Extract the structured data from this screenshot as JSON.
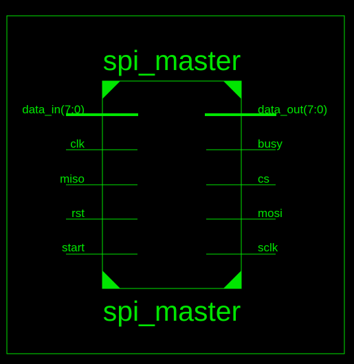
{
  "diagram": {
    "colors": {
      "background": "#000000",
      "line": "#00e600",
      "text": "#00e600"
    },
    "block": {
      "name_top": "spi_master",
      "name_bottom": "spi_master"
    },
    "inputs": [
      {
        "label": "data_in(7:0)",
        "bus": true
      },
      {
        "label": "clk",
        "bus": false
      },
      {
        "label": "miso",
        "bus": false
      },
      {
        "label": "rst",
        "bus": false
      },
      {
        "label": "start",
        "bus": false
      }
    ],
    "outputs": [
      {
        "label": "data_out(7:0)",
        "bus": true
      },
      {
        "label": "busy",
        "bus": false
      },
      {
        "label": "cs",
        "bus": false
      },
      {
        "label": "mosi",
        "bus": false
      },
      {
        "label": "sclk",
        "bus": false
      }
    ]
  }
}
